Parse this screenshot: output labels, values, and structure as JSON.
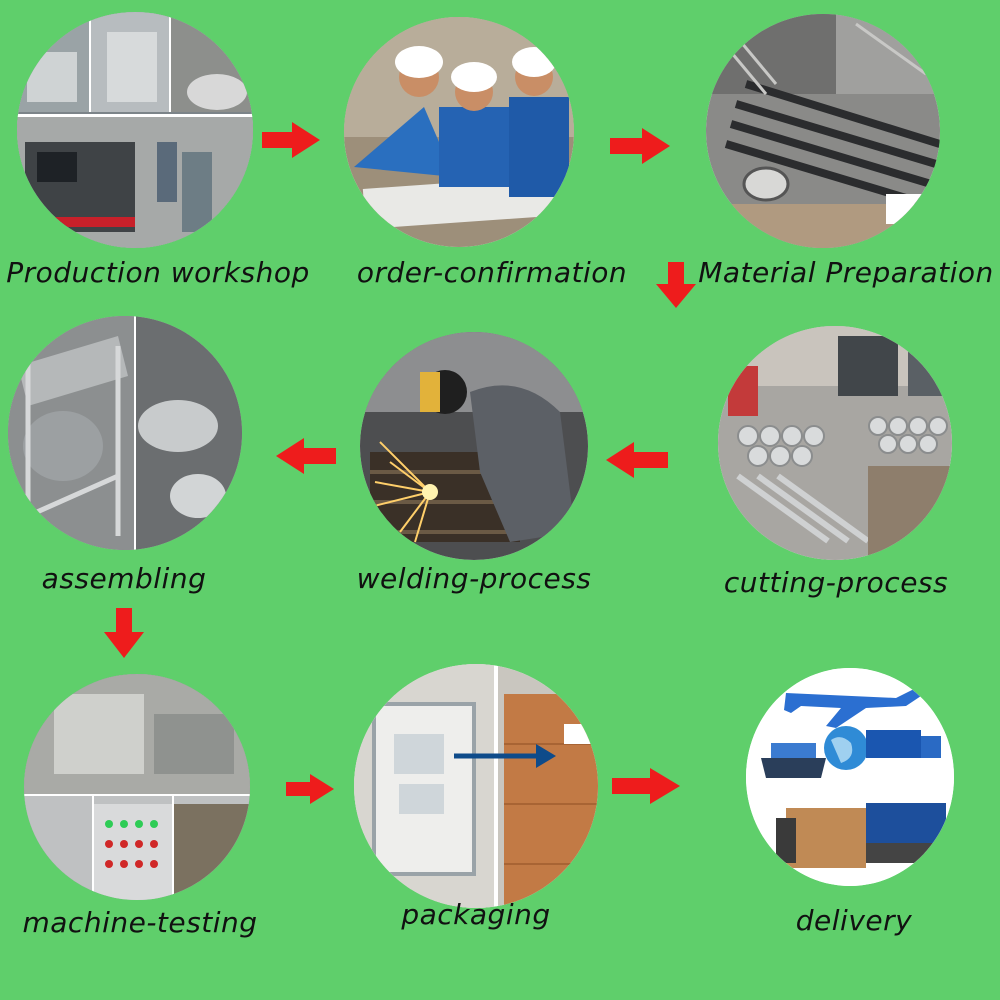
{
  "steps": [
    {
      "label": "Production workshop",
      "icon": "workshop-machines-icon"
    },
    {
      "label": "order-confirmation",
      "icon": "engineers-reviewing-plans-icon"
    },
    {
      "label": "Material Preparation",
      "icon": "steel-tubes-icon"
    },
    {
      "label": "cutting-process",
      "icon": "cut-pipes-icon"
    },
    {
      "label": "welding-process",
      "icon": "welder-sparks-icon"
    },
    {
      "label": "assembling",
      "icon": "machine-frame-icon"
    },
    {
      "label": "machine-testing",
      "icon": "control-panel-icon"
    },
    {
      "label": "packaging",
      "icon": "wooden-crate-icon"
    },
    {
      "label": "delivery",
      "icon": "plane-ship-truck-icon"
    }
  ],
  "colors": {
    "background": "#5fcf6b",
    "arrow": "#ee1c1c"
  }
}
